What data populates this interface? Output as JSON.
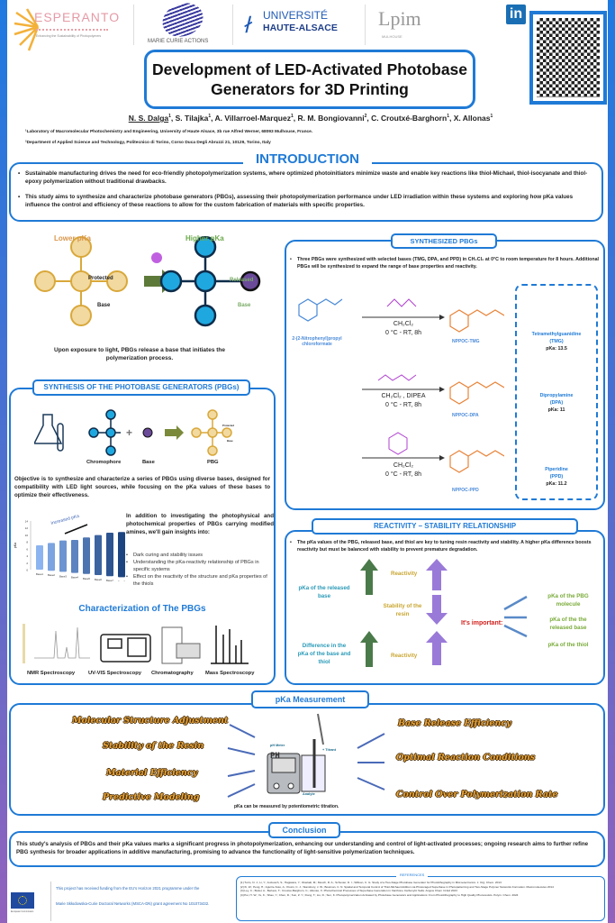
{
  "logos": {
    "esperanto": "ESPERANTO",
    "esperanto_tagline": "Enhancing the Sustainability of Photopolymers",
    "marie_curie": "MARIE CURIE ACTIONS",
    "uha_1": "UNIVERSITÉ",
    "uha_2": "HAUTE-ALSACE",
    "lpim": "Lpim",
    "lpim_sub": "MULHOUSE",
    "linkedin": "in"
  },
  "title": {
    "line1": "Development of LED-Activated Photobase",
    "line2": "Generators for 3D Printing"
  },
  "authors": [
    {
      "name": "N. S. Dalga",
      "aff": "1"
    },
    {
      "name": "S. Tilajka",
      "aff": "1"
    },
    {
      "name": "A. Villarroel-Marquez",
      "aff": "1"
    },
    {
      "name": "R. M. Bongiovanni",
      "aff": "2"
    },
    {
      "name": "C. Croutxé-Barghorn",
      "aff": "1"
    },
    {
      "name": "X. Allonas",
      "aff": "1"
    }
  ],
  "affiliations": [
    "¹Laboratory of Macromolecular Photochemistry and Engineering, University of Haute Alsace, 3b rue Alfred Werner, 68093 Mulhouse, France.",
    "²Department of Applied Science and Technology, Politecnico di Torino, Corso Duca Degli Abruzzi 21, 10129, Torino, Italy"
  ],
  "introduction": {
    "heading": "INTRODUCTION",
    "bullets": [
      "Sustainable manufacturing drives the need for eco-friendly photopolymerization systems, where optimized photoinitiators minimize waste and enable key reactions like thiol-Michael, thiol-isocyanate and thiol-epoxy polymerization without traditional drawbacks.",
      "This study aims to synthesize and characterize photobase generators (PBGs), assessing their photopolymerization performance under LED irradiation within these systems and exploring how pKa values influence the control and efficiency of these reactions to allow for the custom fabrication of materials with specific properties."
    ]
  },
  "mechanism": {
    "lower": "Lower pKa",
    "higher": "Higher pKa",
    "protected": "Protected",
    "base": "Base",
    "released": "Released",
    "released_base": "Base",
    "caption": "Upon exposure to light, PBGs release a base that initiates the polymerization process."
  },
  "synthesis": {
    "heading": "SYNTHESIS OF THE PHOTOBASE GENERATORS (PBGs)",
    "chromophore": "Chromophore",
    "base": "Base",
    "pbg": "PBG",
    "pbg_protected": "Protected",
    "pbg_base": "Base",
    "objective": "Objective is to synthesize and characterize a series of PBGs using diverse bases, designed for compatibility with LED light sources, while focusing on the pKa values of these bases to optimize their effectiveness.",
    "insight_intro": "In addition to investigating the photophysical and photochemical properties of PBGs carrying modified amines, we'll gain insights into:",
    "insights": [
      "Dark curing and stability issues",
      "Understanding the pKa-reactivity relationship of PBGs in specific systems",
      "Effect on the reactivity of the structure and pKa properties of the thiols"
    ],
    "chart": {
      "type": "bar",
      "ylabel": "pKa",
      "annotation": "Increased pKa",
      "categories": [
        "Base1",
        "Base2",
        "Base3",
        "Base4",
        "Base5",
        "Base6",
        "Base7",
        "Base8"
      ],
      "values": [
        7,
        8,
        9,
        9.5,
        10.5,
        11.5,
        12.5,
        13
      ],
      "ylim": [
        0,
        14
      ],
      "yticks": [
        "0",
        "2",
        "4",
        "6",
        "8",
        "10",
        "12",
        "14"
      ],
      "color": "#3c64b4"
    },
    "characterization_heading": "Characterization of The PBGs",
    "techniques": [
      "NMR Spectroscopy",
      "UV-VIS Spectroscopy",
      "Chromatography",
      "Mass Spectroscopy"
    ]
  },
  "synthesized": {
    "heading": "SYNTHESIZED PBGs",
    "bullet": "Three PBGs were synthesized with selected bases (TMG, DPA, and PPD) in CH₂Cl₂ at 0°C to room temperature for 8 hours. Additional PBGs will be synthesized to expand the range of base properties and reactivity.",
    "reagent": "2-(2-Nitrophenyl)propyl chloroformate",
    "reactions": [
      {
        "solvent": "CH₂Cl₂",
        "cond": "0 °C - RT, 8h",
        "product": "NPPOC-TMG"
      },
      {
        "solvent": "CH₂Cl₂ , DIPEA",
        "cond": "0 °C - RT, 8h",
        "product": "NPPOC-DPA"
      },
      {
        "solvent": "CH₂Cl₂",
        "cond": "0 °C - RT, 8h",
        "product": "NPPOC-PPD"
      }
    ],
    "bases": [
      {
        "name": "Tetramethylguanidine",
        "abbr": "(TMG)",
        "pka": "pKa: 13.5"
      },
      {
        "name": "Dipropylamine",
        "abbr": "(DPA)",
        "pka": "pKa: 11"
      },
      {
        "name": "Piperidine",
        "abbr": "(PPD)",
        "pka": "pKa: 11.2"
      }
    ]
  },
  "reactivity": {
    "heading": "REACTIVITY – STABILITY RELATIONSHIP",
    "bullet": "The pKa values of the PBG, released base, and thiol are key to tuning resin reactivity and stability. A higher pKa difference boosts reactivity but must be balanced with stability to prevent premature degradation.",
    "left1": "pKa of the released base",
    "left2": "Difference in the pKa of the base and thiol",
    "mid1": "Reactivity",
    "mid2": "Stability of the resin",
    "mid3": "Reactivity",
    "important": "It's important:",
    "right": [
      "pKa of the PBG molecule",
      "pKa of the the released base",
      "pKa of the thiol"
    ]
  },
  "pka": {
    "heading": "pKa Measurement",
    "left": [
      "Molecular Structure Adjustment",
      "Stability of the Resin",
      "Material Efficiency",
      "Predictive Modeling"
    ],
    "right": [
      "Base Release Efficiency",
      "Optimal Reaction Conditions",
      "Control Over Polymerization Rate"
    ],
    "ph_meter": "pH Meter",
    "titrant": "+ Titrant",
    "ph_display": "PH",
    "analyte": "Analyte",
    "caption": "pKa can be measured by potentiometric titration."
  },
  "conclusion": {
    "heading": "Conclusion",
    "text": "This study's analysis of PBGs and their pKa values marks a significant progress in photopolymerization, enhancing our understanding and control of light-activated processes; ongoing research aims to further refine PBG synthesis for broader applications in additive manufacturing, promising to advance the functionality of light-sensitive polymerization techniques."
  },
  "footer": {
    "eu_caption": "European Commission",
    "funding_1": "This project has received funding from the EU's Horizon 2021 programme under the",
    "funding_2": "Marie Skłodowska-Curie Doctoral Networks (MSCA-DN) grant agreement No 101073432.",
    "references_heading": "REFERENCES",
    "references": [
      "[1]  Turro, N. J.; Li, Y.; Jockusch, S.; Hagiwara, Y.; Okazaki, M.; Mesch, R. A.; Schuster, D. I.; Willson, C. G. Study of a Two-Stage Photobase Generator for Photolithography in Microelectronics. J. Org. Chem. 2013",
      "[2]  Xi, W.; Peng, H.; Aguirre-Soto, A.; Kloxin, C. J.; Stansbury, J. W.; Bowman, C. N. Spatial and Temporal Control of Thiol-Michael Addition via Photocaged Superbase in Photopatterning and Two-Stage Polymer Networks Formation. Macromolecules 2014",
      "[3]  Ley, C.; Bodel, A.; Beriaux, T.; Croutxé-Barghorn, C.; Allonas, X. Photochemical Processes of Superbase Generation in Xanthone Carboxylic Salts. Angew Chem Int Ed 2023",
      "[4]  Pei, H. W.; Ye, K.; Shao, Y.; Chen, D.; Sun, Z. Y.; Dong, T.; Liu, D.; Sun, K. Photopolymerization Activated by Photobase Generators and Applications: From Photolithography to High Quality Photoresists. Polym. Chem. 2024"
    ]
  },
  "colors": {
    "accent": "#1f7ad6",
    "lower_pka": "#d9964a",
    "higher_pka": "#6aaa4a",
    "chromophore": "#1fa8e0",
    "base": "#6b4a9a",
    "pbg": "#e2c98c",
    "product": "#e8843a",
    "amine": "#b040d0",
    "important": "#d0201c",
    "reactivity_label": "#c9a530"
  }
}
